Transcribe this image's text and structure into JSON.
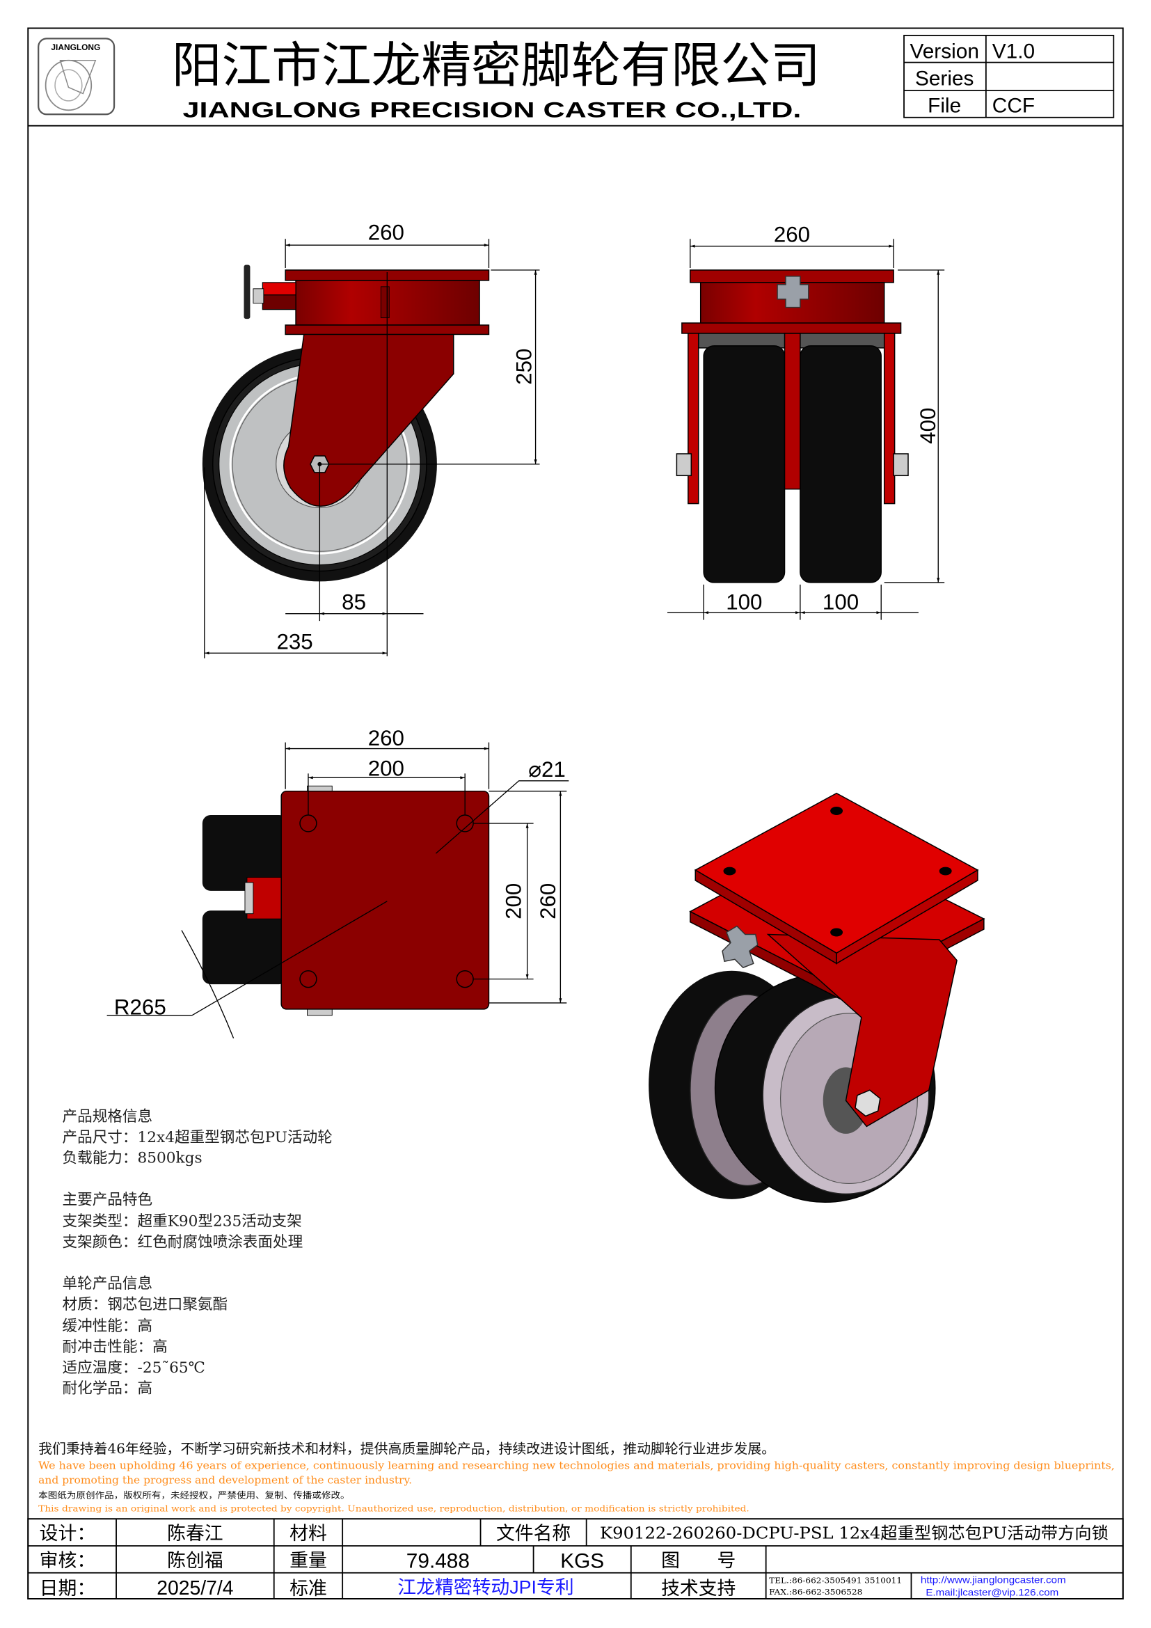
{
  "header": {
    "logo_text": "JIANGLONG",
    "company_cn": "阳江市江龙精密脚轮有限公司",
    "company_en": "JIANGLONG PRECISION CASTER CO.,LTD.",
    "version_label": "Version",
    "version_value": "V1.0",
    "series_label": "Series",
    "series_value": "",
    "file_label": "File",
    "file_value": "CCF"
  },
  "dimensions": {
    "side": {
      "width": "260",
      "height": "250",
      "offset": "85",
      "swivel_radius": "235"
    },
    "front": {
      "width": "260",
      "height": "400",
      "wheel1": "100",
      "wheel2": "100"
    },
    "top": {
      "plate_width": "260",
      "hole_spacing_x": "200",
      "hole_diameter": "⌀21",
      "hole_spacing_y": "200",
      "plate_depth": "260",
      "swivel_radius": "R265"
    }
  },
  "specs": {
    "lines": [
      "产品规格信息",
      "产品尺寸：12x4超重型钢芯包PU活动轮",
      "负载能力：8500kgs",
      "主要产品特色",
      "支架类型：超重K90型235活动支架",
      "支架颜色：红色耐腐蚀喷涂表面处理",
      "单轮产品信息",
      "材质：钢芯包进口聚氨酯",
      "缓冲性能：高",
      "耐冲击性能：高",
      "适应温度：-25˜65℃",
      "耐化学品：高"
    ]
  },
  "notice": {
    "cn": "我们秉持着46年经验，不断学习研究新技术和材料，提供高质量脚轮产品，持续改进设计图纸，推动脚轮行业进步发展。",
    "en1": "We have been upholding 46 years of experience, continuously learning and researching new technologies and materials, providing high-quality casters, constantly improving design blueprints,",
    "en2": "and promoting the progress and development of the caster industry.",
    "copyright_cn": "本图纸为原创作品，版权所有，未经授权，严禁使用、复制、传播或修改。",
    "copyright_en": "This drawing is an original work and is protected by copyright. Unauthorized use, reproduction, distribution, or modification is strictly prohibited."
  },
  "title_block": {
    "design_label": "设计：",
    "design_value": "陈春江",
    "material_label": "材料",
    "material_value": "",
    "filename_label": "文件名称",
    "filename_value": "K90122-260260-DCPU-PSL 12x4超重型钢芯包PU活动带方向锁",
    "review_label": "审核：",
    "review_value": "陈创福",
    "weight_label": "重量",
    "weight_value": "79.488",
    "weight_unit": "KGS",
    "drawing_no_label": "图　　号",
    "drawing_no_value": "",
    "date_label": "日期：",
    "date_value": "2025/7/4",
    "standard_label": "标准",
    "standard_value": "江龙精密转动JPI专利",
    "support_label": "技术支持",
    "tel": "TEL.:86-662-3505491 3510011",
    "fax": "FAX.:86-662-3506528",
    "website": "http://www.jianglongcaster.com",
    "email": "E.mail:jlcaster@vip.126.com"
  },
  "colors": {
    "frame_red": "#8b0000",
    "bright_red": "#e00000",
    "notice_orange": "#ff8c1a",
    "standard_blue": "#1a1aff"
  }
}
